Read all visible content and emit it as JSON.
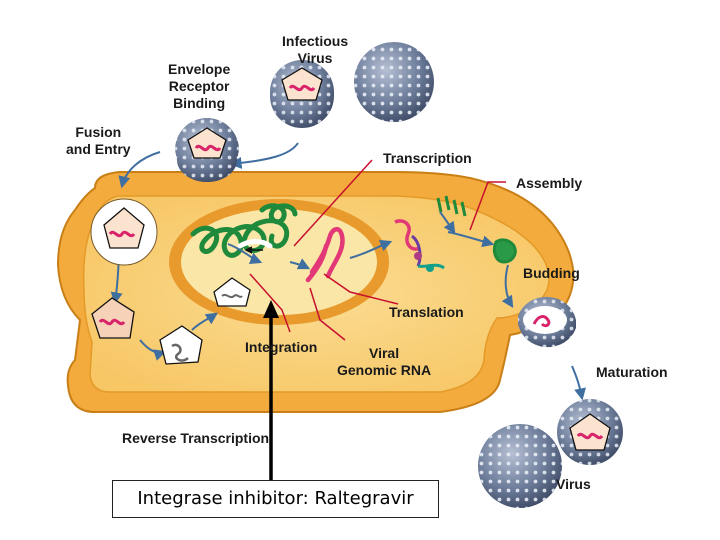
{
  "labels": {
    "infectious_virus": "Infectious\nVirus",
    "envelope_receptor_binding": "Envelope\nReceptor\nBinding",
    "fusion_entry": "Fusion\nand Entry",
    "transcription": "Transcription",
    "assembly": "Assembly",
    "budding": "Budding",
    "translation": "Translation",
    "integration": "Integration",
    "viral_genomic_rna": "Viral\nGenomic RNA",
    "maturation": "Maturation",
    "reverse_transcription": "Reverse Transcription",
    "virus": "Virus"
  },
  "callout": {
    "text": "Integrase inhibitor: Raltegravir"
  },
  "colors": {
    "cell": "#f2ab3c",
    "cytoplasm": "#fbd98e",
    "nucleus": "#fae6a6",
    "nucleus_rim": "#e89a2c",
    "virion": "#7f8faa",
    "capsid_rna": "#d9236b",
    "host_dna": "#1f8a3c",
    "arrow": "#3f6ea0"
  }
}
